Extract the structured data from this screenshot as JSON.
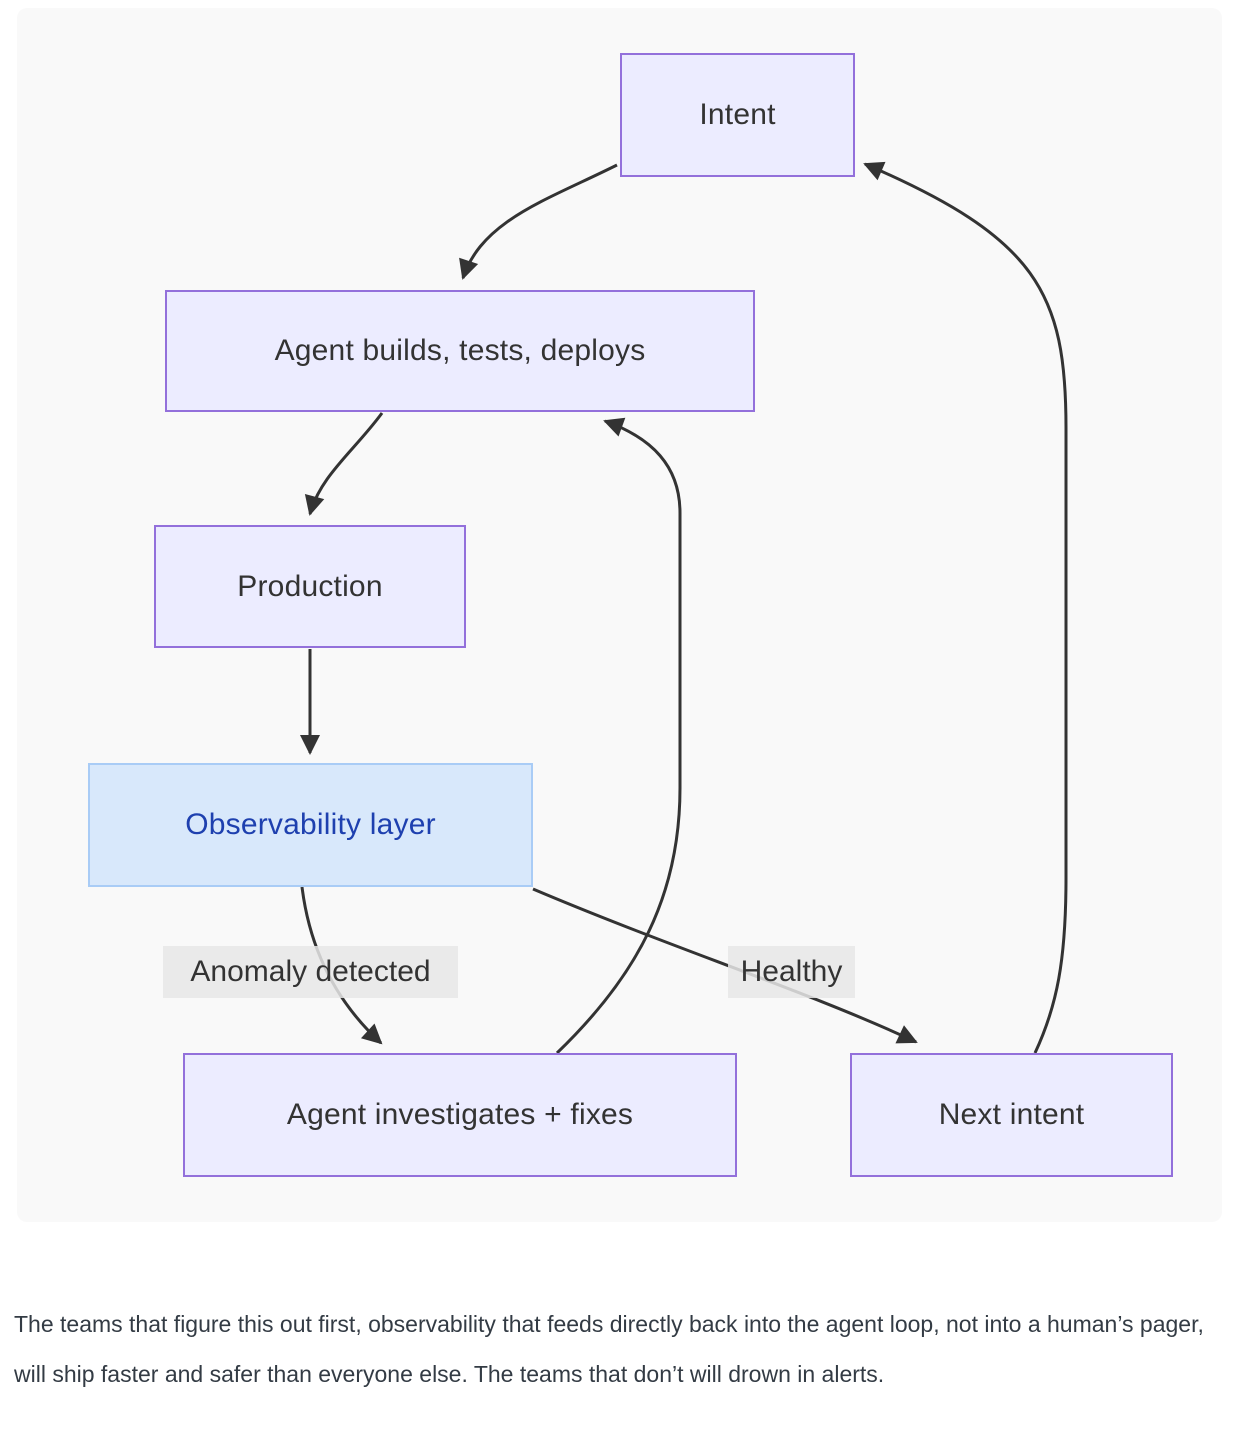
{
  "diagram": {
    "nodes": [
      {
        "id": "intent",
        "label": "Intent"
      },
      {
        "id": "agent-builds",
        "label": "Agent builds, tests, deploys"
      },
      {
        "id": "production",
        "label": "Production"
      },
      {
        "id": "observability",
        "label": "Observability layer"
      },
      {
        "id": "agent-investigates",
        "label": "Agent investigates + fixes"
      },
      {
        "id": "next-intent",
        "label": "Next intent"
      }
    ],
    "edges": [
      {
        "from": "intent",
        "to": "agent-builds",
        "label": ""
      },
      {
        "from": "agent-builds",
        "to": "production",
        "label": ""
      },
      {
        "from": "production",
        "to": "observability",
        "label": ""
      },
      {
        "from": "observability",
        "to": "agent-investigates",
        "label": "Anomaly detected"
      },
      {
        "from": "observability",
        "to": "next-intent",
        "label": "Healthy"
      },
      {
        "from": "agent-investigates",
        "to": "agent-builds",
        "label": ""
      },
      {
        "from": "next-intent",
        "to": "intent",
        "label": ""
      }
    ],
    "colors": {
      "node_fill": "#ECECFF",
      "node_border": "#9370DB",
      "node_text": "#333333",
      "highlight_fill": "#D8E8FB",
      "highlight_border": "#A9CCF6",
      "highlight_text": "#1E40AF",
      "edge_stroke": "#333333",
      "edge_label_bg": "#E8E8E8",
      "canvas_bg": "#F9F9F9"
    }
  },
  "paragraph": "The teams that figure this out first, observability that feeds directly back into the agent loop, not into a human’s pager, will ship faster and safer than everyone else. The teams that don’t will drown in alerts."
}
